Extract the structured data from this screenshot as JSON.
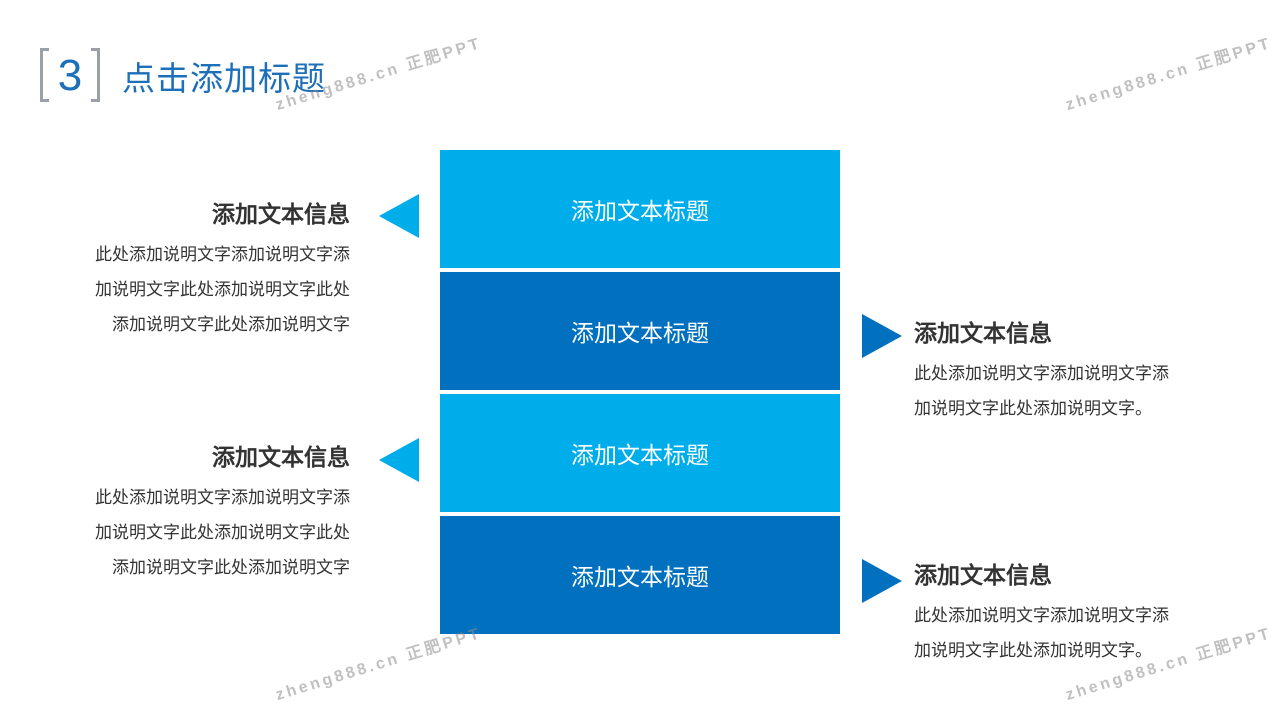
{
  "title": {
    "number": "3",
    "text": "点击添加标题"
  },
  "blocks": [
    {
      "label": "添加文本标题"
    },
    {
      "label": "添加文本标题"
    },
    {
      "label": "添加文本标题"
    },
    {
      "label": "添加文本标题"
    }
  ],
  "infos": [
    {
      "heading": "添加文本信息",
      "lines": [
        "此处添加说明文字添加说明文字添",
        "加说明文字此处添加说明文字此处",
        "添加说明文字此处添加说明文字"
      ]
    },
    {
      "heading": "添加文本信息",
      "lines": [
        "此处添加说明文字添加说明文字添",
        "加说明文字此处添加说明文字。"
      ]
    },
    {
      "heading": "添加文本信息",
      "lines": [
        "此处添加说明文字添加说明文字添",
        "加说明文字此处添加说明文字此处",
        "添加说明文字此处添加说明文字"
      ]
    },
    {
      "heading": "添加文本信息",
      "lines": [
        "此处添加说明文字添加说明文字添",
        "加说明文字此处添加说明文字。"
      ]
    }
  ],
  "watermark": {
    "text": "zheng888.cn 正肥PPT"
  },
  "colors": {
    "light_blue": "#00adeb",
    "dark_blue": "#0070bf",
    "title_blue": "#1e6fba",
    "text_dark": "#333333"
  }
}
